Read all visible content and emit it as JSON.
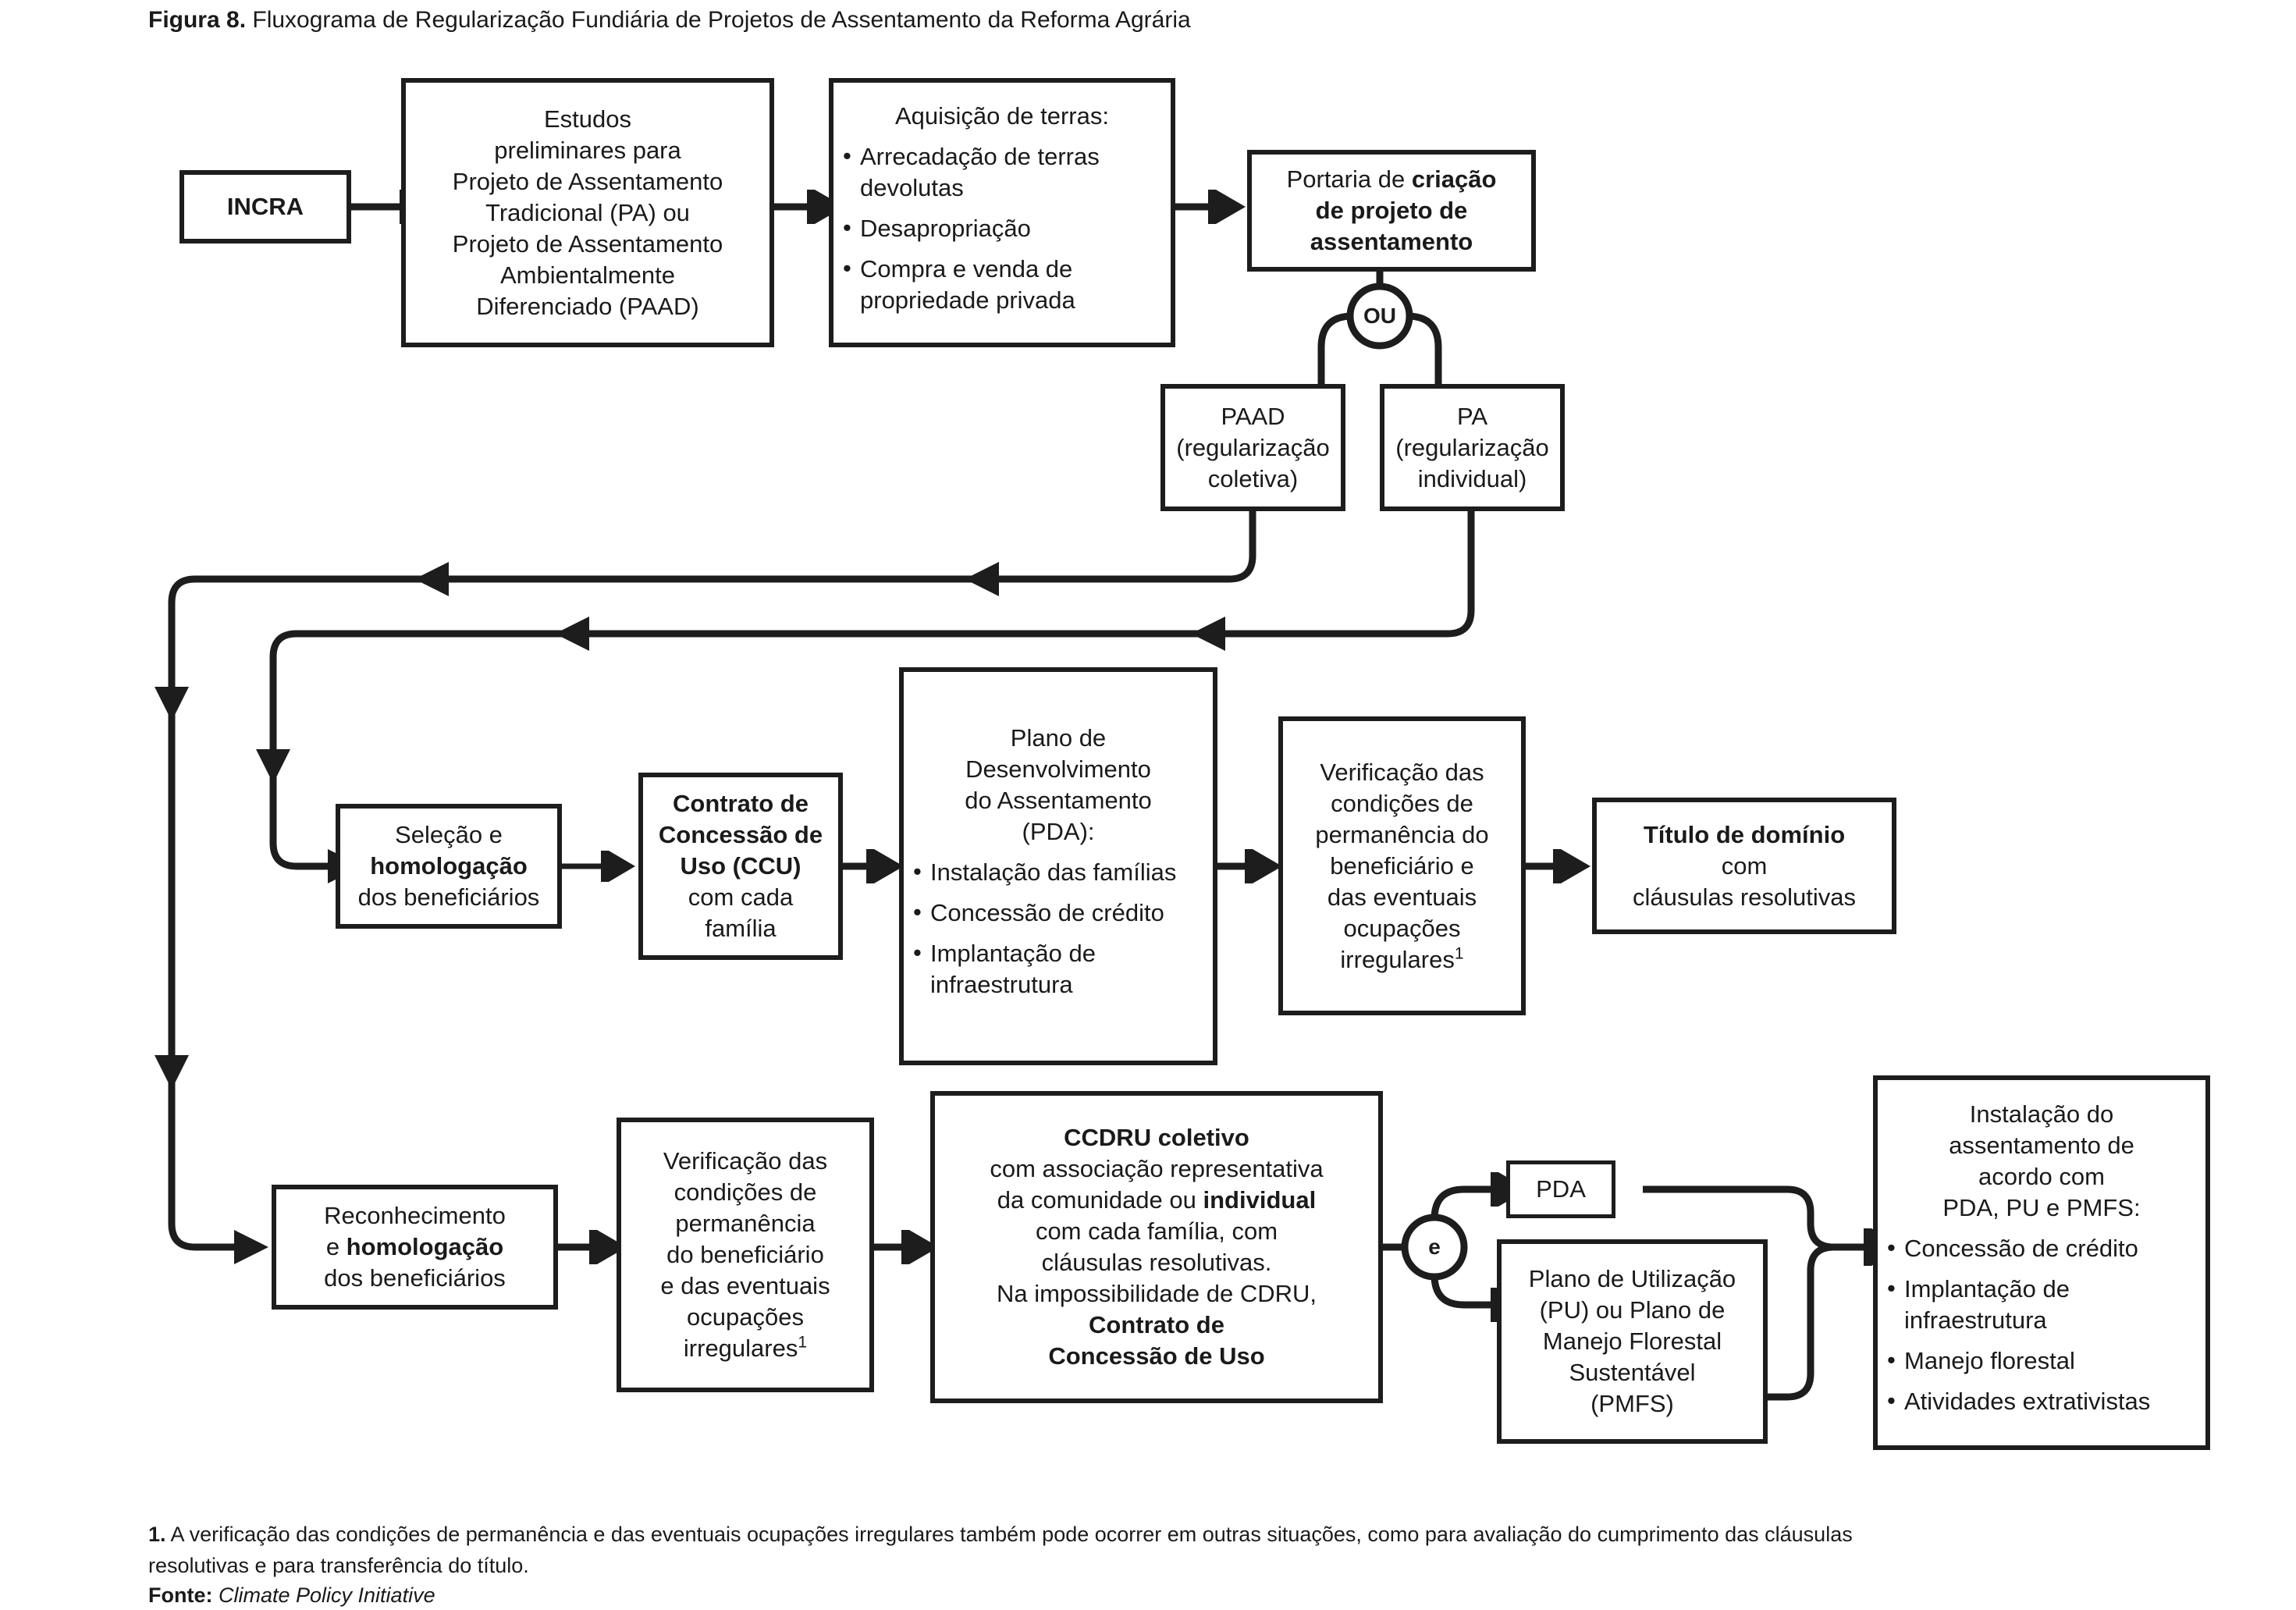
{
  "caption": {
    "lead": "Figura 8.",
    "text": " Fluxograma de Regularização Fundiária de Projetos de Assentamento da Reforma Agrária"
  },
  "nodes": {
    "incra": "INCRA",
    "estudos": {
      "l1": "Estudos",
      "l2": "preliminares para",
      "l3": "Projeto de Assentamento",
      "l4": "Tradicional (PA) ou",
      "l5": "Projeto de Assentamento",
      "l6": "Ambientalmente",
      "l7": "Diferenciado (PAAD)"
    },
    "aquisicao": {
      "title": "Aquisição de terras:",
      "items": [
        "Arrecadação de terras devolutas",
        "Desapropriação",
        "Compra e venda de propriedade privada"
      ]
    },
    "portaria": {
      "plain": "Portaria de ",
      "bold1": "criação",
      "bold2": "de projeto de",
      "bold3": "assentamento"
    },
    "paad": {
      "l1": "PAAD",
      "l2": "(regularização",
      "l3": "coletiva)"
    },
    "pa": {
      "l1": "PA",
      "l2": "(regularização",
      "l3": "individual)"
    },
    "selecao": {
      "l1": "Seleção e",
      "l2": "homologação",
      "l3": "dos beneficiários"
    },
    "ccu": {
      "l1": "Contrato de",
      "l2": "Concessão de",
      "l3": "Uso (CCU)",
      "l4": "com cada",
      "l5": "família"
    },
    "pda": {
      "t1": "Plano de",
      "t2": "Desenvolvimento",
      "t3": "do Assentamento",
      "t4": "(PDA):",
      "items": [
        "Instalação das famílias",
        "Concessão de crédito",
        "Implantação de infraestrutura"
      ]
    },
    "verif_mid": {
      "l1": "Verificação das",
      "l2": "condições de",
      "l3": "permanência do",
      "l4": "beneficiário e",
      "l5": "das eventuais",
      "l6": "ocupações",
      "l7": "irregulares",
      "sup": "1"
    },
    "titulo": {
      "bold": "Título de domínio",
      "l2": "com",
      "l3": "cláusulas resolutivas"
    },
    "reconhecimento": {
      "l1": "Reconhecimento",
      "l2a": "e ",
      "l2b": "homologação",
      "l3": "dos beneficiários"
    },
    "verif_bot": {
      "l1": "Verificação das",
      "l2": "condições de",
      "l3": "permanência",
      "l4": "do beneficiário",
      "l5": "e das eventuais",
      "l6": "ocupações",
      "l7": "irregulares",
      "sup": "1"
    },
    "ccdru": {
      "l1": "CCDRU coletivo",
      "l2": "com associação representativa",
      "l3a": "da comunidade ou ",
      "l3b": "individual",
      "l4": "com cada família, com",
      "l5": "cláusulas resolutivas.",
      "l6": "Na impossibilidade de CDRU,",
      "l7": "Contrato de",
      "l8": "Concessão de Uso"
    },
    "pda_small": "PDA",
    "pu_pmfs": {
      "l1": "Plano de Utilização",
      "l2": "(PU) ou Plano de",
      "l3": "Manejo Florestal",
      "l4": "Sustentável",
      "l5": "(PMFS)"
    },
    "instalacao": {
      "t1": "Instalação do",
      "t2": "assentamento de",
      "t3": "acordo com",
      "t4": "PDA, PU e PMFS:",
      "items": [
        "Concessão de crédito",
        "Implantação de infraestrutura",
        "Manejo florestal",
        "Atividades extrativistas"
      ]
    }
  },
  "junctions": {
    "ou": "OU",
    "e": "e"
  },
  "footnotes": {
    "num": "1.",
    "text": " A verificação das condições de permanência e das eventuais ocupações irregulares também pode ocorrer em outras situações, como  para avaliação do cumprimento das cláusulas resolutivas e para transferência do título.",
    "source_lead": "Fonte:",
    "source_name": " Climate Policy Initiative"
  },
  "colors": {
    "ink": "#1d1d1d",
    "paper": "#ffffff"
  }
}
